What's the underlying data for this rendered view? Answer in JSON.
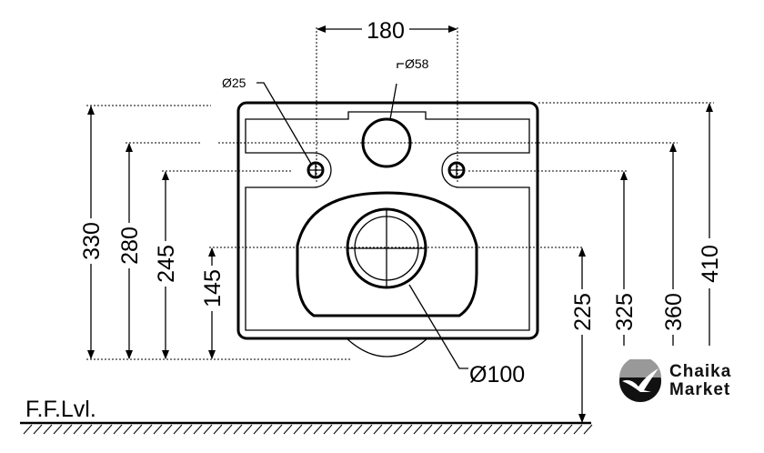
{
  "dimensions": {
    "width_180": "180",
    "h_330": "330",
    "h_280": "280",
    "h_245": "245",
    "h_145": "145",
    "h_410": "410",
    "h_360": "360",
    "h_325": "325",
    "h_225": "225",
    "d25": "Ø25",
    "d58": "Ø58",
    "d100": "Ø100"
  },
  "floor_label": "F.F.Lvl.",
  "logo": {
    "line1": "Chaika",
    "line2": "Market",
    "icon": "seagull-icon"
  }
}
